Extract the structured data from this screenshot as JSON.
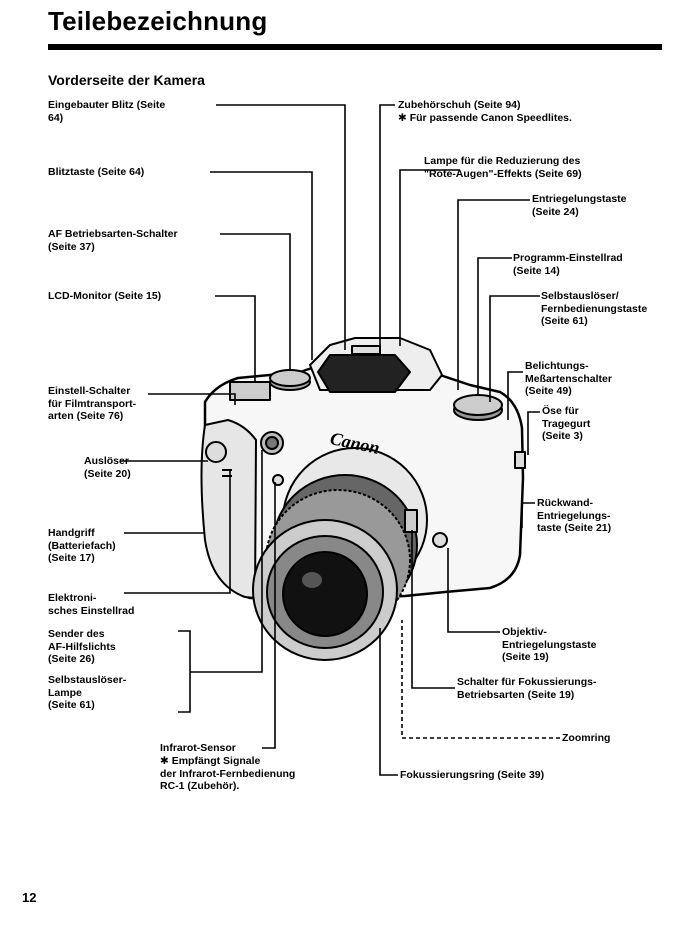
{
  "page": {
    "title": "Teilebezeichnung",
    "subtitle": "Vorderseite der Kamera",
    "page_number": "12"
  },
  "camera": {
    "brand_mark": "Canon"
  },
  "labels": {
    "blitz": "Eingebauter Blitz (Seite\n64)",
    "blitztaste": "Blitztaste (Seite 64)",
    "af_schalter": "AF Betriebsarten-Schalter\n(Seite 37)",
    "lcd": "LCD-Monitor (Seite 15)",
    "einstell_schalter": "Einstell-Schalter\nfür Filmtransport-\narten (Seite 76)",
    "ausloeser": "Auslöser\n(Seite 20)",
    "handgriff": "Handgriff\n(Batteriefach)\n(Seite 17)",
    "einstellrad": "Elektroni-\nsches Einstellrad",
    "sender": "Sender des\nAF-Hilfslichts\n(Seite 26)",
    "selbst_lampe": "Selbstauslöser-\nLampe\n(Seite 61)",
    "infrarot": "Infrarot-Sensor",
    "infrarot_note": "✱  Empfängt Signale\n     der Infrarot-Fernbedienung\n     RC-1 (Zubehör).",
    "zubehoer": "Zubehörschuh (Seite 94)",
    "zubehoer_note": "✱  Für passende Canon Speedlites.",
    "lampe_rote_augen": "Lampe für die Reduzierung des\n\"Rote-Augen\"-Effekts (Seite 69)",
    "entriegelungstaste": "Entriegelungstaste\n(Seite 24)",
    "programm": "Programm-Einstellrad\n(Seite 14)",
    "selbstausloeser": "Selbstauslöser/\nFernbedienungstaste\n(Seite 61)",
    "belichtung": "Belichtungs-\nMeßartenschalter\n(Seite 49)",
    "oese": "Öse für\nTragegurt\n(Seite 3)",
    "rueckwand": "Rückwand-\nEntriegelungs-\ntaste (Seite 21)",
    "objektiv": "Objektiv-\nEntriegelungstaste\n(Seite 19)",
    "fokus_schalter": "Schalter für Fokussierungs-\nBetriebsarten (Seite 19)",
    "zoomring": "Zoomring",
    "fokusring": "Fokussierungsring (Seite 39)"
  }
}
